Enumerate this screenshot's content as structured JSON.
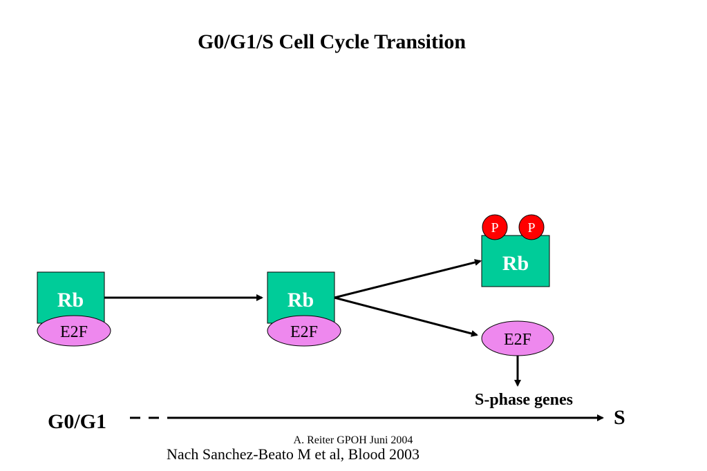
{
  "title": "G0/G1/S Cell Cycle Transition",
  "nodes": {
    "rb1": {
      "rb": "Rb",
      "e2f": "E2F"
    },
    "rb2": {
      "rb": "Rb",
      "e2f": "E2F"
    },
    "rb3": {
      "rb": "Rb",
      "p1": "P",
      "p2": "P"
    },
    "e2f_free": "E2F"
  },
  "s_phase_genes": "S-phase genes",
  "timeline": {
    "start": "G0/G1",
    "end": "S"
  },
  "footer": {
    "credit": "A. Reiter GPOH Juni 2004",
    "source": "Nach Sanchez-Beato M et al, Blood 2003"
  },
  "colors": {
    "rb": "#00cc99",
    "e2f": "#ee88ee",
    "phospho": "#ff0000"
  }
}
